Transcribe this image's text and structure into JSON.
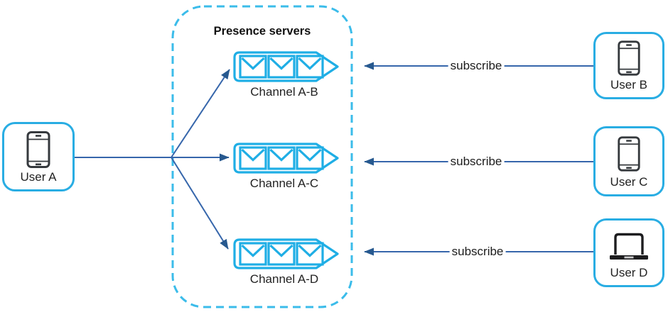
{
  "diagram": {
    "title": "Presence servers",
    "subscribe_label": "subscribe",
    "users": [
      {
        "label": "User A",
        "device": "phone"
      },
      {
        "label": "User B",
        "device": "phone"
      },
      {
        "label": "User C",
        "device": "phone"
      },
      {
        "label": "User D",
        "device": "laptop"
      }
    ],
    "channels": [
      {
        "label": "Channel A-B"
      },
      {
        "label": "Channel A-C"
      },
      {
        "label": "Channel A-D"
      }
    ],
    "colors": {
      "cyan": "#1FAEE5",
      "dashed_border": "#3BBCEA",
      "arrow_line": "#3666AB",
      "arrow_head": "#27598F",
      "icon": "#35393d",
      "text": "#1f1f1f"
    }
  }
}
